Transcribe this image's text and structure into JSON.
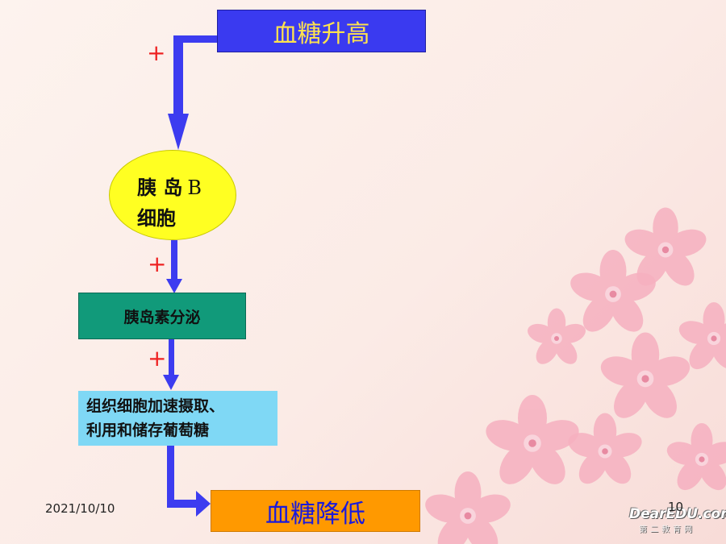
{
  "colors": {
    "arrow": "#3c3cf0",
    "plus": "#ee2222"
  },
  "nodes": {
    "blood_sugar_rise": "血糖升高",
    "islet_b_cell_line1": "胰 岛",
    "islet_b_cell_b": "B",
    "islet_b_cell_line2": "细胞",
    "insulin_secretion": "胰岛素分泌",
    "tissue_cells_line1": "组织细胞加速摄取、",
    "tissue_cells_line2": "利用和储存葡萄糖",
    "blood_sugar_fall": "血糖降低"
  },
  "signs": {
    "plus1": "+",
    "plus2": "+",
    "plus3": "+"
  },
  "footer": {
    "date": "2021/10/10",
    "page_number": "10",
    "logo_text": "DearEDU.com",
    "logo_subtext": "第二教育网"
  }
}
